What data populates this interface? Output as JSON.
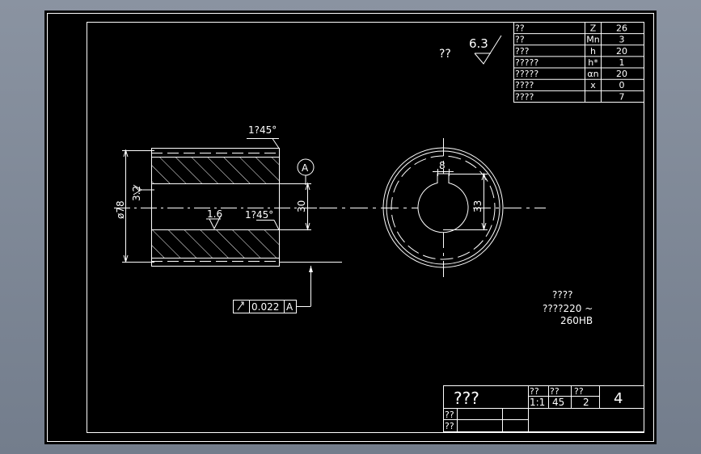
{
  "drawing": {
    "roughness_note": "??",
    "roughness_general": "6.3",
    "params_table": [
      {
        "name": "??",
        "symbol": "Z",
        "value": "26"
      },
      {
        "name": "??",
        "symbol": "Mn",
        "value": "3"
      },
      {
        "name": "???",
        "symbol": "h",
        "value": "20"
      },
      {
        "name": "?????",
        "symbol": "h*",
        "value": "1"
      },
      {
        "name": "?????",
        "symbol": "αn",
        "value": "20"
      },
      {
        "name": "????",
        "symbol": "x",
        "value": "0"
      },
      {
        "name": "????",
        "symbol": "",
        "value": "7"
      }
    ],
    "side_view": {
      "chamfer_top": "1?45°",
      "chamfer_bore": "1?45°",
      "diameter": "ø78",
      "roughness_left": "3.2",
      "roughness_bore": "1.6",
      "bore_dim": "30",
      "datum": "A",
      "tolerance_value": "0.022",
      "tolerance_datum": "A"
    },
    "front_view": {
      "keyway_width": "8",
      "keyway_depth": "33"
    },
    "tech_req": {
      "title": "????",
      "line1": "????220  ~",
      "line2": "260HB"
    },
    "title_block": {
      "part_name": "???",
      "scale_label": "??",
      "scale_value": "1:1",
      "qty_label": "??",
      "qty_value": "45",
      "weight_label": "??",
      "weight_value": "2",
      "sheet_no": "4",
      "designer_label": "??",
      "checker_label": "??"
    }
  }
}
